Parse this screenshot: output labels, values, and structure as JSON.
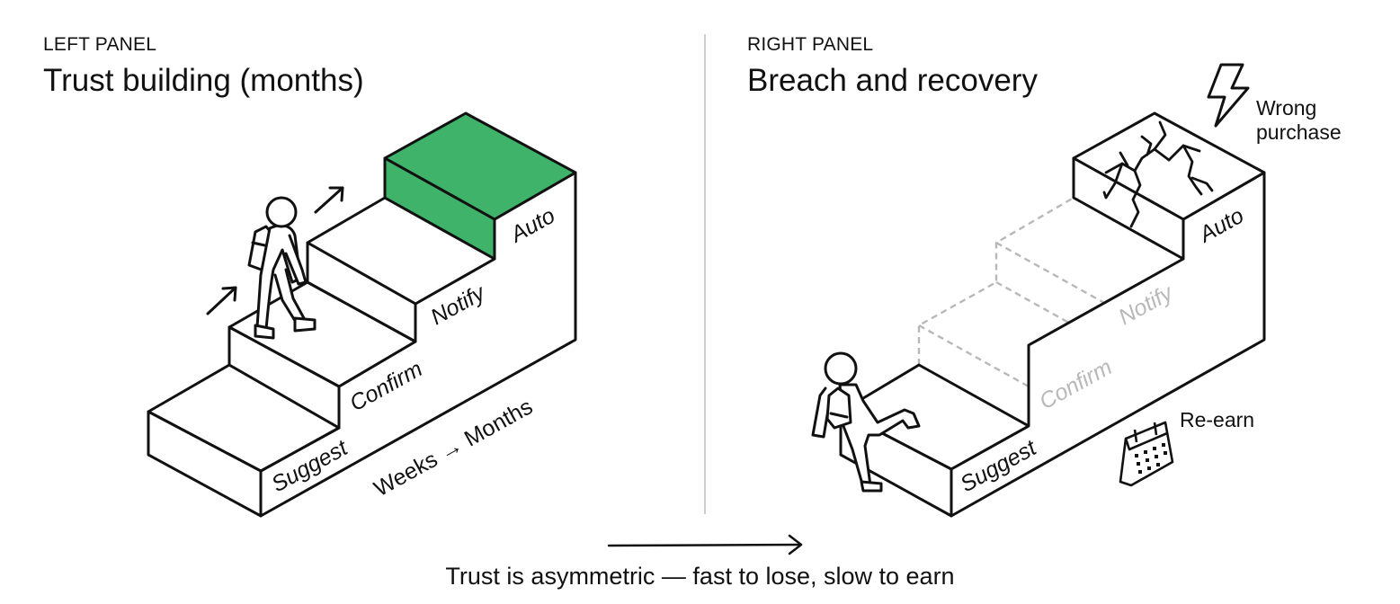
{
  "left_panel": {
    "label": "LEFT PANEL",
    "title": "Trust building (months)",
    "steps": [
      "Suggest",
      "Confirm",
      "Notify",
      "Auto"
    ],
    "duration": "Weeks → Months",
    "highlight_color": "#3fb36a"
  },
  "right_panel": {
    "label": "RIGHT PANEL",
    "title": "Breach and recovery",
    "steps": [
      "Suggest",
      "Confirm",
      "Notify",
      "Auto"
    ],
    "event_label": [
      "Wrong",
      "purchase"
    ],
    "recovery_label": "Re-earn",
    "faded_color": "#b8b8b8"
  },
  "footer": {
    "caption": "Trust is asymmetric — fast to lose, slow to earn"
  },
  "icons": [
    "walking-person-icon",
    "up-arrow-icon",
    "lightning-icon",
    "crack-icon",
    "falling-person-icon",
    "calendar-icon"
  ]
}
